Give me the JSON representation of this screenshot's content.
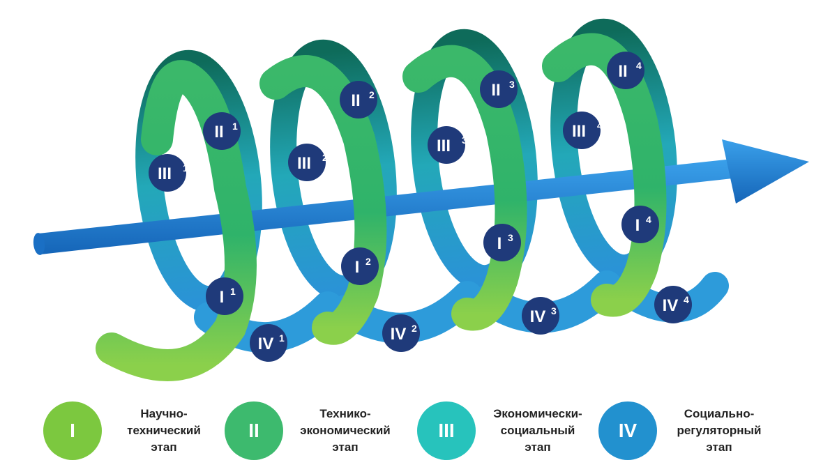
{
  "colors": {
    "green_light": "#8BD04B",
    "green_mid": "#3DBA6E",
    "teal": "#23C4C0",
    "blue": "#1D90CF",
    "arrow_blue": "#1E7FD6",
    "marker_navy": "#1F3A7A"
  },
  "diagram": {
    "markers": [
      {
        "id": "m-i-1",
        "numeral": "I",
        "sup": "1"
      },
      {
        "id": "m-ii-1",
        "numeral": "II",
        "sup": "1"
      },
      {
        "id": "m-iii-1",
        "numeral": "III",
        "sup": "1"
      },
      {
        "id": "m-iv-1",
        "numeral": "IV",
        "sup": "1"
      },
      {
        "id": "m-i-2",
        "numeral": "I",
        "sup": "2"
      },
      {
        "id": "m-ii-2",
        "numeral": "II",
        "sup": "2"
      },
      {
        "id": "m-iii-2",
        "numeral": "III",
        "sup": "2"
      },
      {
        "id": "m-iv-2",
        "numeral": "IV",
        "sup": "2"
      },
      {
        "id": "m-i-3",
        "numeral": "I",
        "sup": "3"
      },
      {
        "id": "m-ii-3",
        "numeral": "II",
        "sup": "3"
      },
      {
        "id": "m-iii-3",
        "numeral": "III",
        "sup": "3"
      },
      {
        "id": "m-iv-3",
        "numeral": "IV",
        "sup": "3"
      },
      {
        "id": "m-i-4",
        "numeral": "I",
        "sup": "4"
      },
      {
        "id": "m-ii-4",
        "numeral": "II",
        "sup": "4"
      },
      {
        "id": "m-iii-4",
        "numeral": "III",
        "sup": "4"
      },
      {
        "id": "m-iv-4",
        "numeral": "IV",
        "sup": "4"
      }
    ]
  },
  "legend": [
    {
      "numeral": "I",
      "color": "#7CC83F",
      "lines": [
        "Научно-",
        "технический",
        "этап"
      ]
    },
    {
      "numeral": "II",
      "color": "#3DBA6E",
      "lines": [
        "Технико-",
        "экономический",
        "этап"
      ]
    },
    {
      "numeral": "III",
      "color": "#27C3BC",
      "lines": [
        "Экономически-",
        "социальный",
        "этап"
      ]
    },
    {
      "numeral": "IV",
      "color": "#2291CF",
      "lines": [
        "Социально-",
        "регуляторный",
        "этап"
      ]
    }
  ]
}
